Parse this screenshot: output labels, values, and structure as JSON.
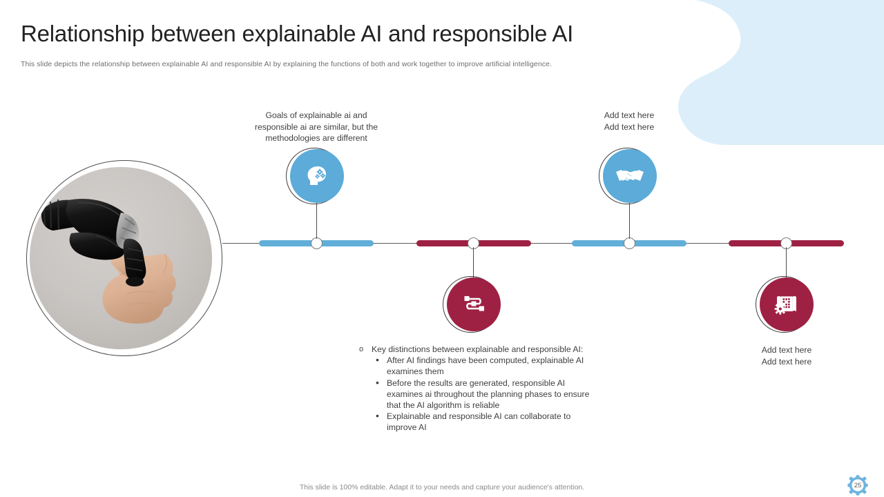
{
  "slide": {
    "title": "Relationship between explainable AI and responsible AI",
    "subtitle": "This slide depicts the relationship between explainable AI and responsible AI by explaining the functions of both and work together to improve artificial intelligence.",
    "footer_note": "This slide is 100% editable. Adapt it to your needs and capture your audience's attention.",
    "page_number": "25"
  },
  "colors": {
    "blue": "#61aed8",
    "blue_bubble": "#5cabd9",
    "crimson": "#9e2143",
    "blob": "#dceefa",
    "text": "#3f3f3f",
    "title": "#222222"
  },
  "media": {
    "left_photo_alt": "robotic hand touching human finger"
  },
  "timeline": {
    "milestones": [
      {
        "id": "milestone-1",
        "icon": "brain-gears-icon",
        "icon_color": "#5cabd9",
        "position": "above",
        "caption": "Goals of explainable ai and responsible ai are similar, but the methodologies are different"
      },
      {
        "id": "milestone-2",
        "icon": "process-flow-icon",
        "icon_color": "#9e2143",
        "position": "below",
        "caption_heading": "Key distinctions between explainable and responsible AI:",
        "caption_items": [
          "After AI findings have been computed, explainable AI examines them",
          "Before the results are generated, responsible AI examines ai throughout the planning phases to ensure that the AI algorithm is reliable",
          "Explainable and responsible AI can collaborate to improve AI"
        ]
      },
      {
        "id": "milestone-3",
        "icon": "handshake-icon",
        "icon_color": "#5cabd9",
        "position": "above",
        "caption_line1": "Add text here",
        "caption_line2": "Add text here"
      },
      {
        "id": "milestone-4",
        "icon": "blueprint-gear-icon",
        "icon_color": "#9e2143",
        "position": "below",
        "caption_line1": "Add text here",
        "caption_line2": "Add text here"
      }
    ]
  }
}
